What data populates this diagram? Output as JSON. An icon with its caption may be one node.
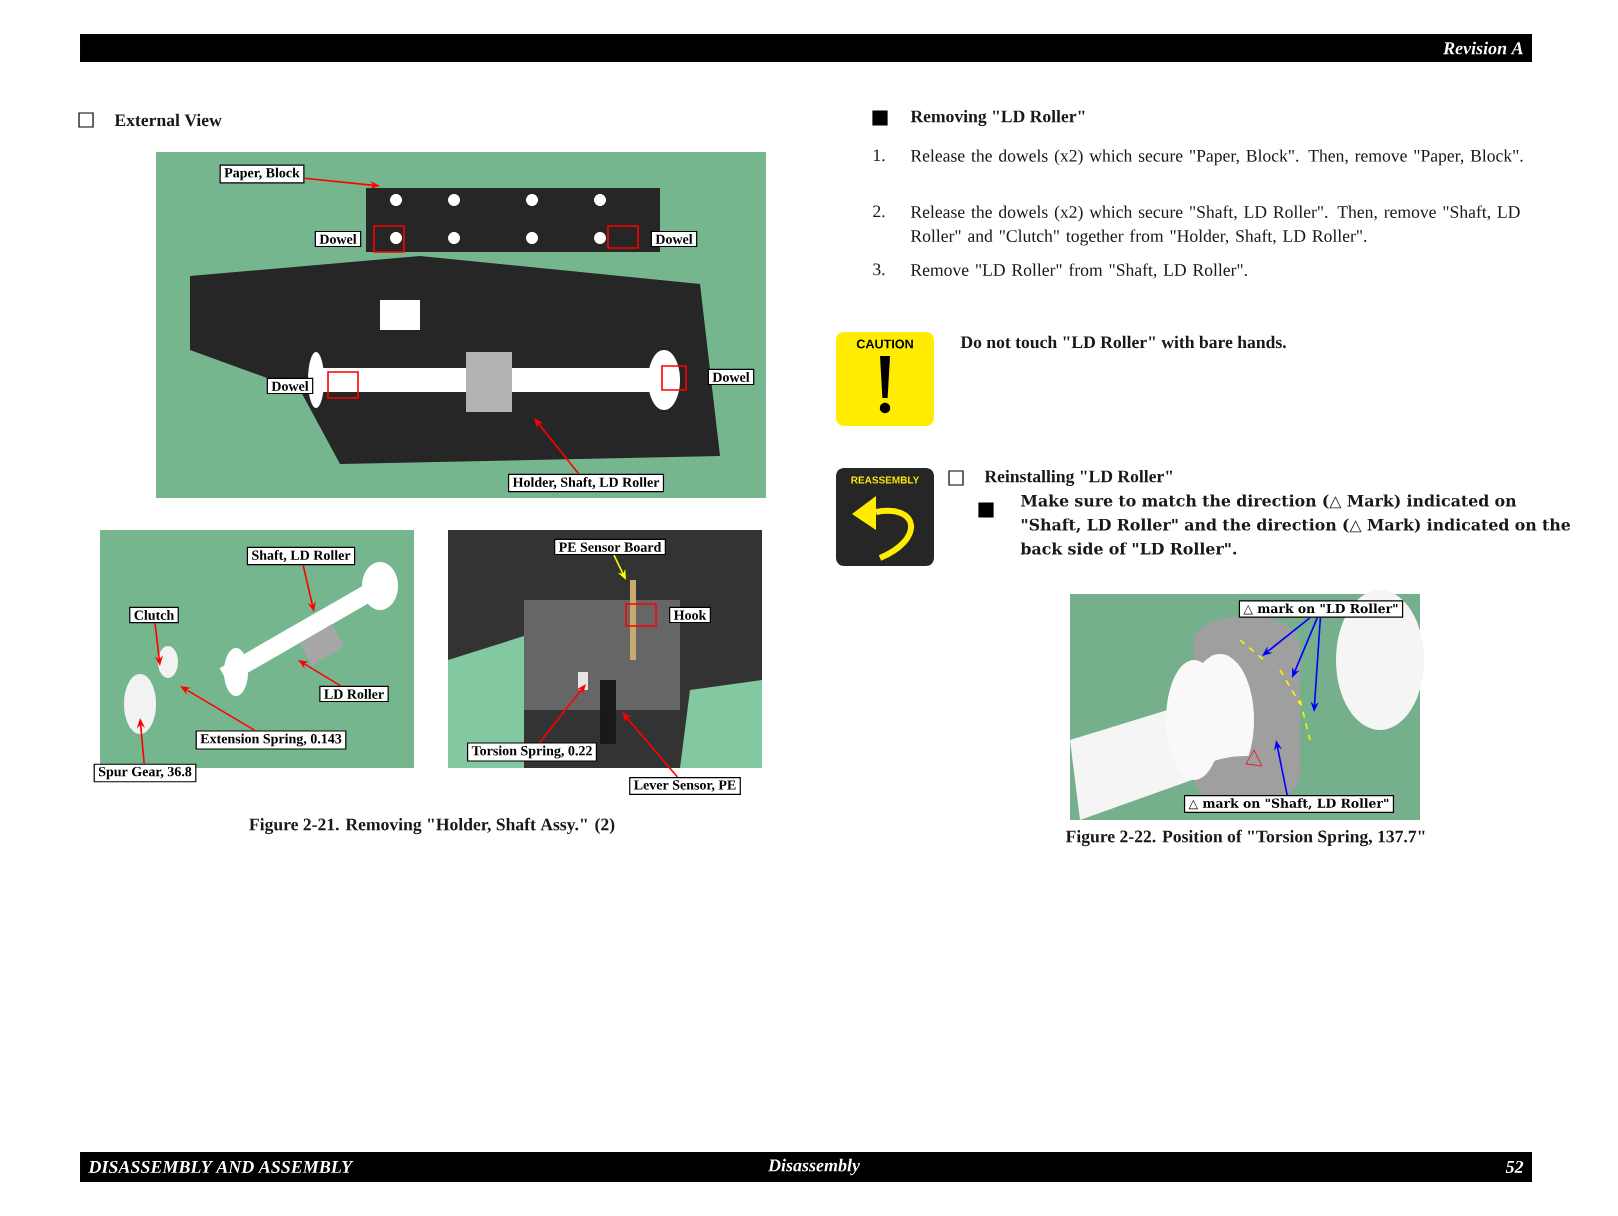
{
  "diagram": {
    "nodes": [
      {
        "text": [
          "Paper, Block"
        ]
      },
      {
        "text": [
          "Dowel"
        ]
      },
      {
        "text": [
          "Dowel"
        ]
      },
      {
        "text": [
          "Dowel"
        ]
      },
      {
        "text": [
          "Dowel"
        ]
      },
      {
        "text": [
          "Holder, Shaft, LD Roller"
        ]
      },
      {
        "text": [
          "Shaft, LD Roller"
        ]
      },
      {
        "text": [
          "Clutch"
        ]
      },
      {
        "text": [
          "LD Roller"
        ]
      },
      {
        "text": [
          "Extension Spring, 0.143"
        ]
      },
      {
        "text": [
          "Spur Gear, 36.8"
        ]
      },
      {
        "text": [
          "PE Sensor Board"
        ]
      },
      {
        "text": [
          "Hook"
        ]
      },
      {
        "text": [
          "Torsion Spring, 0.22"
        ]
      },
      {
        "text": [
          "Lever Sensor, PE"
        ]
      },
      {
        "text": [
          "△  mark on \"LD Roller\""
        ]
      },
      {
        "text": [
          "△  mark on \"Shaft, LD Roller\""
        ]
      }
    ],
    "edges": [
      {
        "from": 0,
        "to": null,
        "arrow": "to"
      },
      {
        "from": 5,
        "to": null,
        "arrow": "to"
      },
      {
        "from": 6,
        "to": null,
        "arrow": "to"
      },
      {
        "from": 7,
        "to": null,
        "arrow": "to"
      },
      {
        "from": 8,
        "to": null,
        "arrow": "to"
      },
      {
        "from": 9,
        "to": null,
        "arrow": "to"
      },
      {
        "from": 10,
        "to": null,
        "arrow": "to"
      },
      {
        "from": 11,
        "to": null,
        "arrow": "to",
        "color": "#ffff00"
      },
      {
        "from": 13,
        "to": null,
        "arrow": "to"
      },
      {
        "from": 14,
        "to": null,
        "arrow": "to"
      },
      {
        "from": 15,
        "to": null,
        "arrow": "to",
        "color": "#0000ff"
      },
      {
        "from": 15,
        "to": null,
        "arrow": "to",
        "color": "#0000ff"
      },
      {
        "from": 15,
        "to": null,
        "arrow": "to",
        "color": "#0000ff"
      },
      {
        "from": 16,
        "to": null,
        "arrow": "to",
        "color": "#0000ff"
      }
    ],
    "labels": [
      "Revision A",
      "External View",
      "Figure 2-21.  Removing \"Holder, Shaft Assy.\" (2)",
      "Removing \"LD Roller\"",
      "1.",
      "Release the dowels (x2) which secure \"Paper, Block\". Then, remove \"Paper, Block\".",
      "2.",
      "Release the dowels (x2) which secure \"Shaft, LD Roller\". Then, remove \"Shaft, LD Roller\" and \"Clutch\" together from \"Holder, Shaft, LD Roller\".",
      "3.",
      "Remove \"LD Roller\" from \"Shaft, LD Roller\".",
      "CAUTION",
      "Do not touch \"LD Roller\" with bare hands.",
      "REASSEMBLY",
      "Reinstalling \"LD Roller\"",
      "Make sure to match the direction (△ Mark) indicated on \"Shaft, LD Roller\" and the direction (△ Mark) indicated on the back side of \"LD Roller\".",
      "Figure 2-22.  Position of \"Torsion Spring, 137.7\"",
      "DISASSEMBLY AND ASSEMBLY",
      "Disassembly",
      "52"
    ]
  }
}
